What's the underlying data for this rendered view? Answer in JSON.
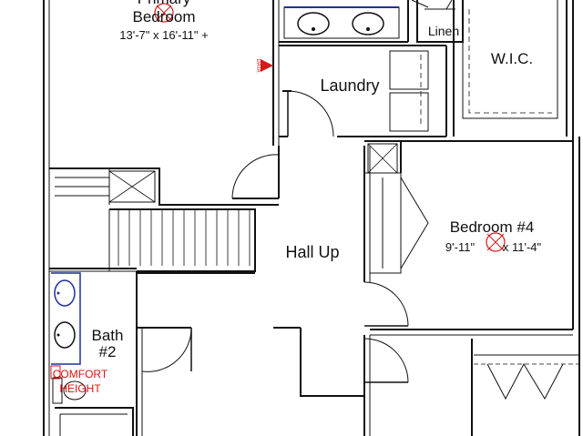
{
  "rooms": {
    "primary_bedroom": {
      "name_line1": "Primary",
      "name_line2": "Bedroom",
      "dims": "13'-7\" x 16'-11\" +"
    },
    "linen": {
      "name": "Linen"
    },
    "wic": {
      "name": "W.I.C."
    },
    "laundry": {
      "name": "Laundry"
    },
    "bedroom4": {
      "name": "Bedroom #4",
      "dims_part1": "9'-11\"",
      "dims_part2": "x 11'-4\""
    },
    "hall": {
      "name": "Hall Up"
    },
    "bath2": {
      "name_line1": "Bath",
      "name_line2": "#2"
    }
  },
  "annotations": {
    "data_marker": "DATA",
    "comfort_line1": "COMFORT",
    "comfort_line2": "HEIGHT"
  },
  "colors": {
    "wall": "#111111",
    "fixture_blue": "#1f2fa0",
    "annotation_red": "#d41a1a"
  },
  "icons": [
    "data-outlet-triangle-icon",
    "sink-icon",
    "toilet-icon",
    "vanity-sink-icon",
    "red-revision-circle-icon"
  ]
}
